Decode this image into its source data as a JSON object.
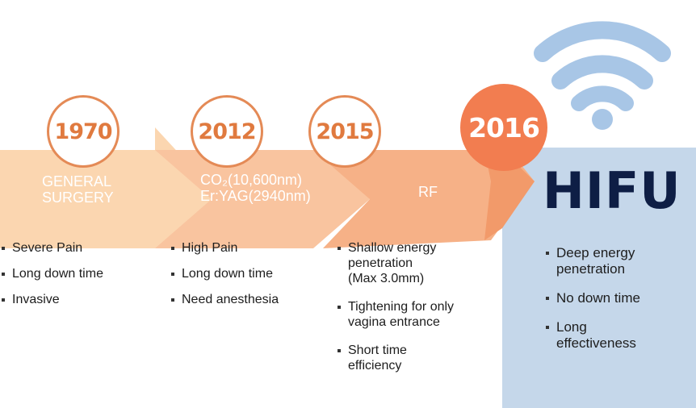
{
  "colors": {
    "arrow_1": "#fbd6b0",
    "arrow_2": "#f9c49f",
    "arrow_3": "#f6b187",
    "arrow_4": "#f29a6a",
    "year_circle_border": "#e48a56",
    "year_circle_text": "#e07a3f",
    "highlight_circle": "#f27d50",
    "hifu_panel": "#c5d7ea",
    "hifu_text": "#0e1e45",
    "wifi": "#a8c6e6"
  },
  "icons": {
    "signal": "wifi-signal-icon"
  },
  "stages": [
    {
      "year": "1970",
      "label_lines": [
        "GENERAL",
        "SURGERY"
      ],
      "features": [
        "Severe Pain",
        "Long down time",
        "Invasive"
      ]
    },
    {
      "year": "2012",
      "label_lines": [
        "CO₂(10,600nm)",
        "Er:YAG(2940nm)"
      ],
      "features": [
        "High Pain",
        "Long down time",
        "Need anesthesia"
      ]
    },
    {
      "year": "2015",
      "label_lines": [
        "RF"
      ],
      "features": [
        [
          "Shallow energy",
          "penetration",
          "(Max 3.0mm)"
        ],
        [
          "Tightening for only",
          "vagina entrance"
        ],
        [
          "Short time",
          "efficiency"
        ]
      ]
    },
    {
      "year": "2016",
      "label_lines": [
        "HIFU"
      ],
      "features": [
        [
          "Deep energy",
          "penetration"
        ],
        [
          "No down time"
        ],
        [
          "Long",
          "effectiveness"
        ]
      ]
    }
  ]
}
